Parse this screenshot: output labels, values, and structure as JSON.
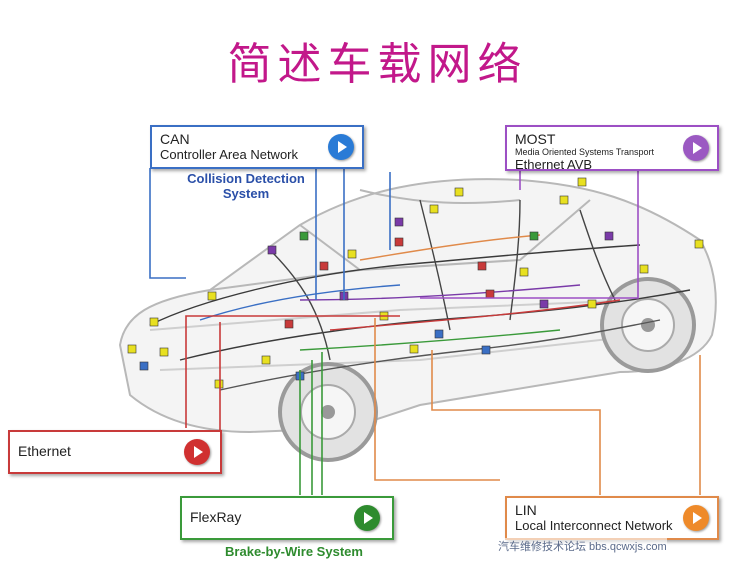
{
  "title": "简述车载网络",
  "networks": {
    "can": {
      "name": "CAN",
      "full_name": "Controller Area Network",
      "color": "#3a6fc4",
      "button_color": "#2a7bd6",
      "sublabel": "Collision Detection System"
    },
    "most": {
      "name": "MOST",
      "full_name": "Media Oriented Systems Transport",
      "extra": "Ethernet AVB",
      "color": "#9c4fc4",
      "button_color": "#9b59c2"
    },
    "ethernet": {
      "name": "Ethernet",
      "color": "#c83a3a",
      "button_color": "#d03030"
    },
    "flexray": {
      "name": "FlexRay",
      "color": "#3a9a3a",
      "button_color": "#2e8b2e",
      "sublabel": "Brake-by-Wire System"
    },
    "lin": {
      "name": "LIN",
      "full_name": "Local Interconnect Network",
      "color": "#e08a4a",
      "button_color": "#ee8a2a"
    }
  },
  "watermark": "汽车维修技术论坛 bbs.qcwxjs.com",
  "icons": {
    "play": "play-circle-icon",
    "car": "car-wireframe-icon",
    "node": "ecu-node-icon"
  }
}
